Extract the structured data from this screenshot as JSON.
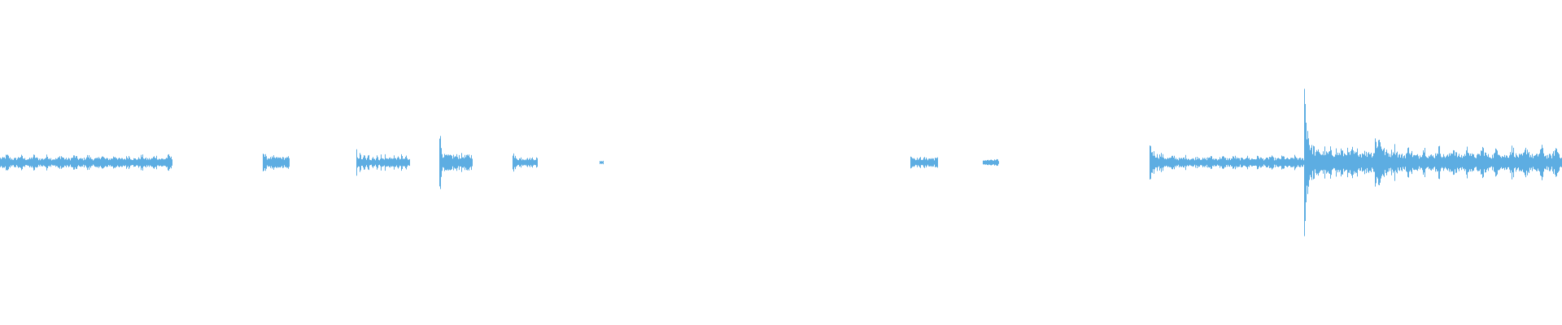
{
  "waveform": {
    "color": "#5dade2",
    "segments": [
      {
        "start": 0.0,
        "end": 0.11,
        "attack": 0.06,
        "sustain": 0.05,
        "wobble": 0.25
      },
      {
        "start": 0.168,
        "end": 0.185,
        "attack": 0.2,
        "sustain": 0.06,
        "wobble": 0.1
      },
      {
        "start": 0.228,
        "end": 0.262,
        "attack": 0.12,
        "sustain": 0.05,
        "wobble": 0.3
      },
      {
        "start": 0.281,
        "end": 0.302,
        "attack": 0.48,
        "sustain": 0.08,
        "wobble": 0.12
      },
      {
        "start": 0.328,
        "end": 0.344,
        "attack": 0.16,
        "sustain": 0.05,
        "wobble": 0.1
      },
      {
        "start": 0.384,
        "end": 0.386,
        "attack": 0.02,
        "sustain": 0.02,
        "wobble": 0.0
      },
      {
        "start": 0.583,
        "end": 0.6,
        "attack": 0.14,
        "sustain": 0.05,
        "wobble": 0.1
      },
      {
        "start": 0.629,
        "end": 0.639,
        "attack": 0.03,
        "sustain": 0.03,
        "wobble": 0.05
      },
      {
        "start": 0.736,
        "end": 0.835,
        "attack": 0.2,
        "sustain": 0.05,
        "wobble": 0.2
      },
      {
        "start": 0.835,
        "end": 0.88,
        "attack": 1.0,
        "sustain": 0.12,
        "wobble": 0.35
      },
      {
        "start": 0.88,
        "end": 1.0,
        "attack": 0.3,
        "sustain": 0.09,
        "wobble": 0.65
      }
    ]
  }
}
